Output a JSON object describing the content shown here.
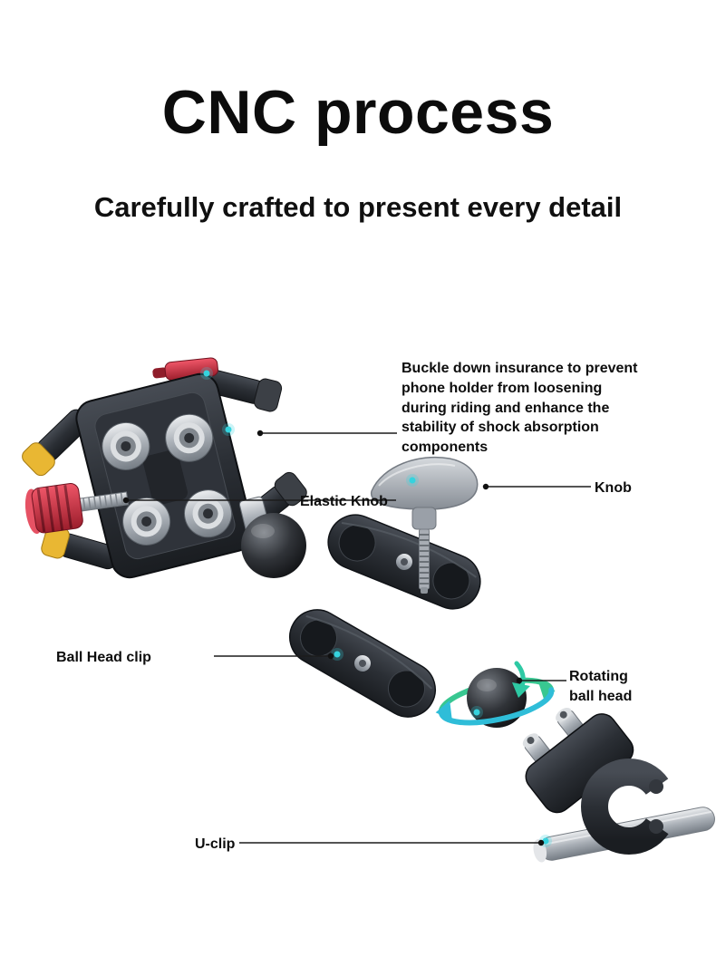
{
  "page": {
    "title": "CNC process",
    "subtitle": "Carefully crafted to present every detail"
  },
  "callouts": {
    "buckle": "Buckle down insurance to prevent phone holder from loosening during riding and enhance the stability of shock absorption components",
    "knob": "Knob",
    "elastic_knob": "Elastic Knob",
    "ball_head_clip": "Ball Head clip",
    "rotating_ball_head": "Rotating ball head",
    "u_clip": "U-clip"
  },
  "illustration": {
    "accent_colors": {
      "red_knob": "#c9303e",
      "yellow_pad": "#e9b733",
      "teal_highlight": "#35d3de",
      "rotation_green": "#38c791",
      "rotation_cyan": "#2fbdd8",
      "metal": "#aab0b7",
      "dark_body": "#2b2f35"
    }
  }
}
